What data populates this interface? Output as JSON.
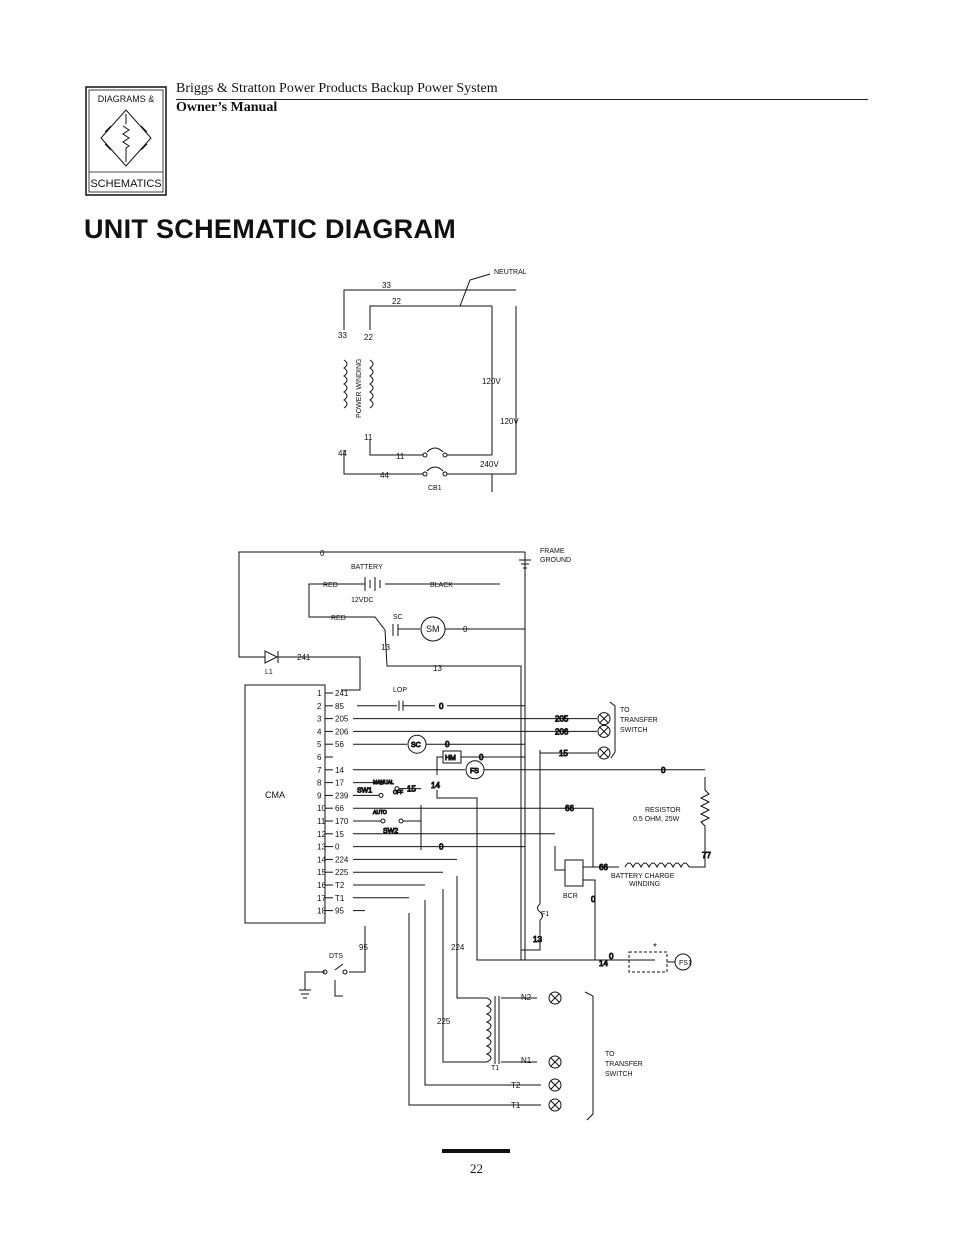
{
  "logo": {
    "line1": "DIAGRAMS &",
    "line2": "SCHEMATICS"
  },
  "header": {
    "subtitle": "Briggs & Stratton Power Products Backup Power System",
    "manual": "Owner’s Manual"
  },
  "title": "UNIT SCHEMATIC DIAGRAM",
  "schematic1": {
    "neutral": "NEUTRAL",
    "w33": "33",
    "w22": "22",
    "w11": "11",
    "w44": "44",
    "winding": "POWER WINDING",
    "v120a": "120V",
    "v120b": "120V",
    "v240": "240V",
    "cb1": "CB1"
  },
  "schematic2": {
    "frame": "FRAME",
    "ground": "GROUND",
    "battery": "BATTERY",
    "red": "RED",
    "black": "BLACK",
    "vdc": "12VDC",
    "sc": "SC",
    "sm": "SM",
    "w0": "0",
    "w13": "13",
    "w241": "241",
    "l1": "L1",
    "lop": "LOP",
    "cma": "CMA",
    "w205": "205",
    "w206": "206",
    "w15": "15",
    "to_transfer": [
      "TO",
      "TRANSFER",
      "SWITCH"
    ],
    "hm": "HM",
    "fs": "FS",
    "w14": "14",
    "manual": "MANUAL",
    "off": "OFF",
    "auto": "AUTO",
    "sw1": "SW1",
    "sw2": "SW2",
    "resistor": [
      "RESISTOR",
      "0.5 OHM, 25W"
    ],
    "w66": "66",
    "w77": "77",
    "bcw": [
      "BATTERY CHARGE",
      "WINDING"
    ],
    "bcr": "BCR",
    "f1": "F1",
    "fs1": "FS1",
    "star": "*",
    "dts": "DTS",
    "w95": "95",
    "w224": "224",
    "w225": "225",
    "n2": "N2",
    "n1": "N1",
    "t1": "T1",
    "t2": "T2",
    "terminals": [
      {
        "n": "1",
        "w": "241"
      },
      {
        "n": "2",
        "w": "85"
      },
      {
        "n": "3",
        "w": "205"
      },
      {
        "n": "4",
        "w": "206"
      },
      {
        "n": "5",
        "w": "56"
      },
      {
        "n": "6",
        "w": ""
      },
      {
        "n": "7",
        "w": "14"
      },
      {
        "n": "8",
        "w": "17"
      },
      {
        "n": "9",
        "w": "239"
      },
      {
        "n": "10",
        "w": "66"
      },
      {
        "n": "11",
        "w": "170"
      },
      {
        "n": "12",
        "w": "15"
      },
      {
        "n": "13",
        "w": "0"
      },
      {
        "n": "14",
        "w": "224"
      },
      {
        "n": "15",
        "w": "225"
      },
      {
        "n": "16",
        "w": "T2"
      },
      {
        "n": "17",
        "w": "T1"
      },
      {
        "n": "18",
        "w": "95"
      }
    ]
  },
  "page_number": "22"
}
